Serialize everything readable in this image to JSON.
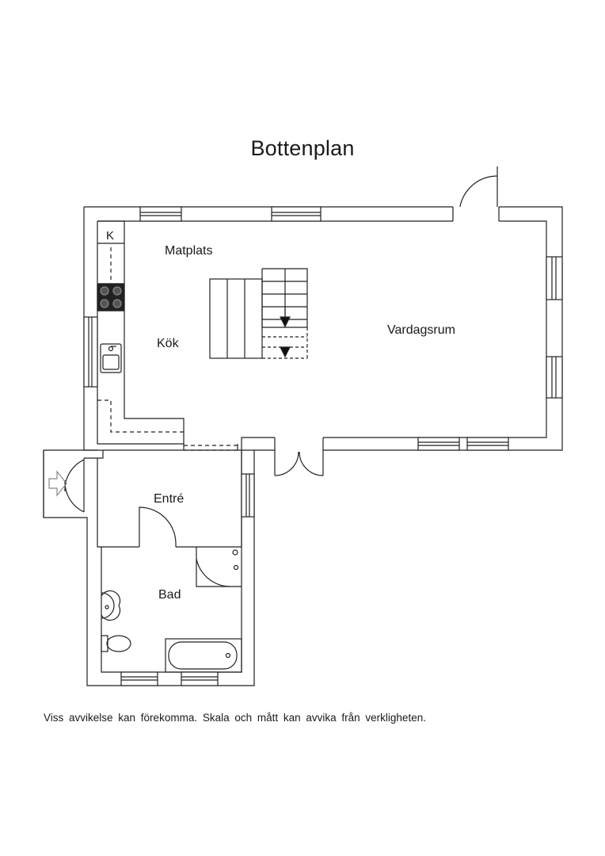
{
  "title": "Bottenplan",
  "rooms": {
    "matplats": "Matplats",
    "kok": "Kök",
    "vardagsrum": "Vardagsrum",
    "entre": "Entré",
    "bad": "Bad"
  },
  "fixtures": {
    "fridge_label": "K"
  },
  "disclaimer": "Viss avvikelse kan förekomma. Skala och mått kan avvika från verkligheten."
}
